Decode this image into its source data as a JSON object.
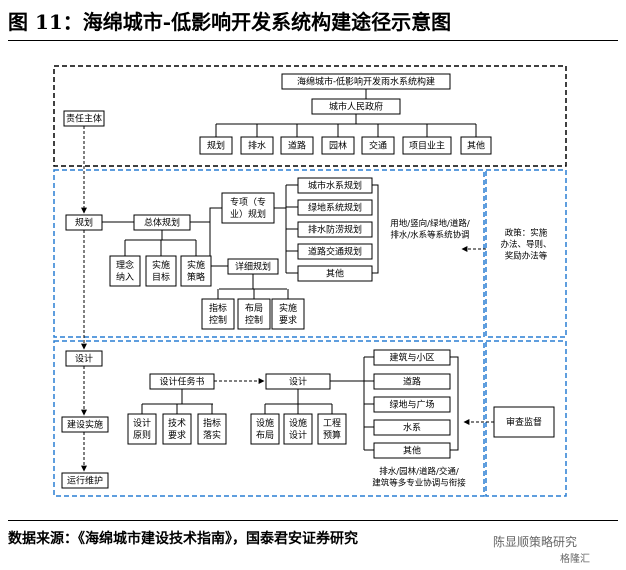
{
  "title": "图 11：海绵城市-低影响开发系统构建途径示意图",
  "source": "数据来源：《海绵城市建设技术指南》，国泰君安证券研究",
  "watermark": {
    "line1": "陈显顺策略研究",
    "line2": "格隆汇"
  },
  "diagram": {
    "top": {
      "header": "海绵城市-低影响开发雨水系统构建",
      "government": "城市人民政府",
      "departments": [
        "规划",
        "排水",
        "道路",
        "园林",
        "交通",
        "项目业主",
        "其他"
      ],
      "responsibility": "责任主体"
    },
    "plan": {
      "label": "规划",
      "overall": "总体规划",
      "overall_children": [
        "理念\n纳入",
        "实施\n目标",
        "实施\n策略"
      ],
      "special": "专项（专\n业）规划",
      "special_children": [
        "城市水系规划",
        "绿地系统规划",
        "排水防涝规划",
        "道路交通规划",
        "其他"
      ],
      "detail": "详细规划",
      "detail_children": [
        "指标\n控制",
        "布局\n控制",
        "实施\n要求"
      ],
      "coordination": "用地/竖向/绿地/道路/\n排水/水系等系统协调",
      "policy": "政策：实施\n办法、导则、\n奖励办法等"
    },
    "design": {
      "label": "设计",
      "construction": "建设实施",
      "operation": "运行维护",
      "task": "设计任务书",
      "task_children": [
        "设计\n原则",
        "技术\n要求",
        "指标\n落实"
      ],
      "design": "设计",
      "design_children": [
        "设施\n布局",
        "设施\n设计",
        "工程\n预算"
      ],
      "categories": [
        "建筑与小区",
        "道路",
        "绿地与广场",
        "水系",
        "其他"
      ],
      "coordination": "排水/园林/道路/交通/\n建筑等多专业协调与衔接",
      "supervision": "审查监督"
    }
  }
}
